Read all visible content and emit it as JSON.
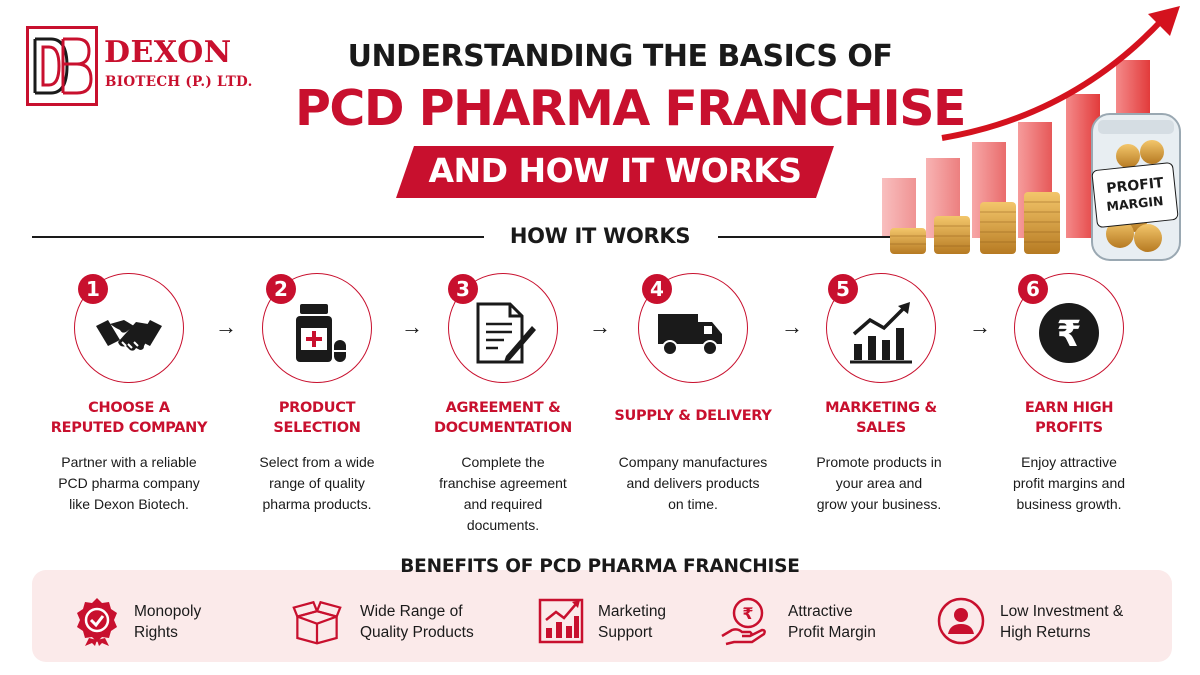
{
  "brand": {
    "name": "DEXON",
    "sub": "BIOTECH (P.) LTD.",
    "monogram": "DB",
    "color_primary": "#c8102e"
  },
  "headline": {
    "line1": "UNDERSTANDING THE BASICS OF",
    "line2": "PCD PHARMA FRANCHISE",
    "line3": "AND HOW IT WORKS"
  },
  "illustration": {
    "tag_line1": "PROFIT",
    "tag_line2": "MARGIN"
  },
  "how_it_works": {
    "title": "HOW IT WORKS",
    "arrow": "→",
    "steps": [
      {
        "number": "1",
        "icon": "handshake-icon",
        "title": [
          "CHOOSE A",
          "REPUTED COMPANY"
        ],
        "desc": [
          "Partner with a reliable",
          "PCD pharma company",
          "like Dexon Biotech."
        ]
      },
      {
        "number": "2",
        "icon": "medicine-bottle-icon",
        "title": [
          "PRODUCT",
          "SELECTION"
        ],
        "desc": [
          "Select from a wide",
          "range of quality",
          "pharma products."
        ]
      },
      {
        "number": "3",
        "icon": "document-pen-icon",
        "title": [
          "AGREEMENT &",
          "DOCUMENTATION"
        ],
        "desc": [
          "Complete the",
          "franchise agreement",
          "and required",
          "documents."
        ]
      },
      {
        "number": "4",
        "icon": "delivery-truck-icon",
        "title": [
          "SUPPLY & DELIVERY"
        ],
        "desc": [
          "Company manufactures",
          "and delivers products",
          "on time."
        ]
      },
      {
        "number": "5",
        "icon": "growth-chart-icon",
        "title": [
          "MARKETING &",
          "SALES"
        ],
        "desc": [
          "Promote products in",
          "your area and",
          "grow your business."
        ]
      },
      {
        "number": "6",
        "icon": "rupee-coin-icon",
        "title": [
          "EARN HIGH",
          "PROFITS"
        ],
        "desc": [
          "Enjoy attractive",
          "profit margins and",
          "business growth."
        ],
        "symbol": "₹"
      }
    ]
  },
  "benefits": {
    "title": "BENEFITS OF PCD PHARMA FRANCHISE",
    "items": [
      {
        "icon": "badge-check-icon",
        "lines": [
          "Monopoly",
          "Rights"
        ]
      },
      {
        "icon": "open-box-icon",
        "lines": [
          "Wide Range of",
          "Quality Products"
        ]
      },
      {
        "icon": "marketing-chart-icon",
        "lines": [
          "Marketing",
          "Support"
        ]
      },
      {
        "icon": "hand-rupee-icon",
        "lines": [
          "Attractive",
          "Profit Margin"
        ]
      },
      {
        "icon": "user-circle-icon",
        "lines": [
          "Low Investment &",
          "High Returns"
        ]
      }
    ]
  }
}
